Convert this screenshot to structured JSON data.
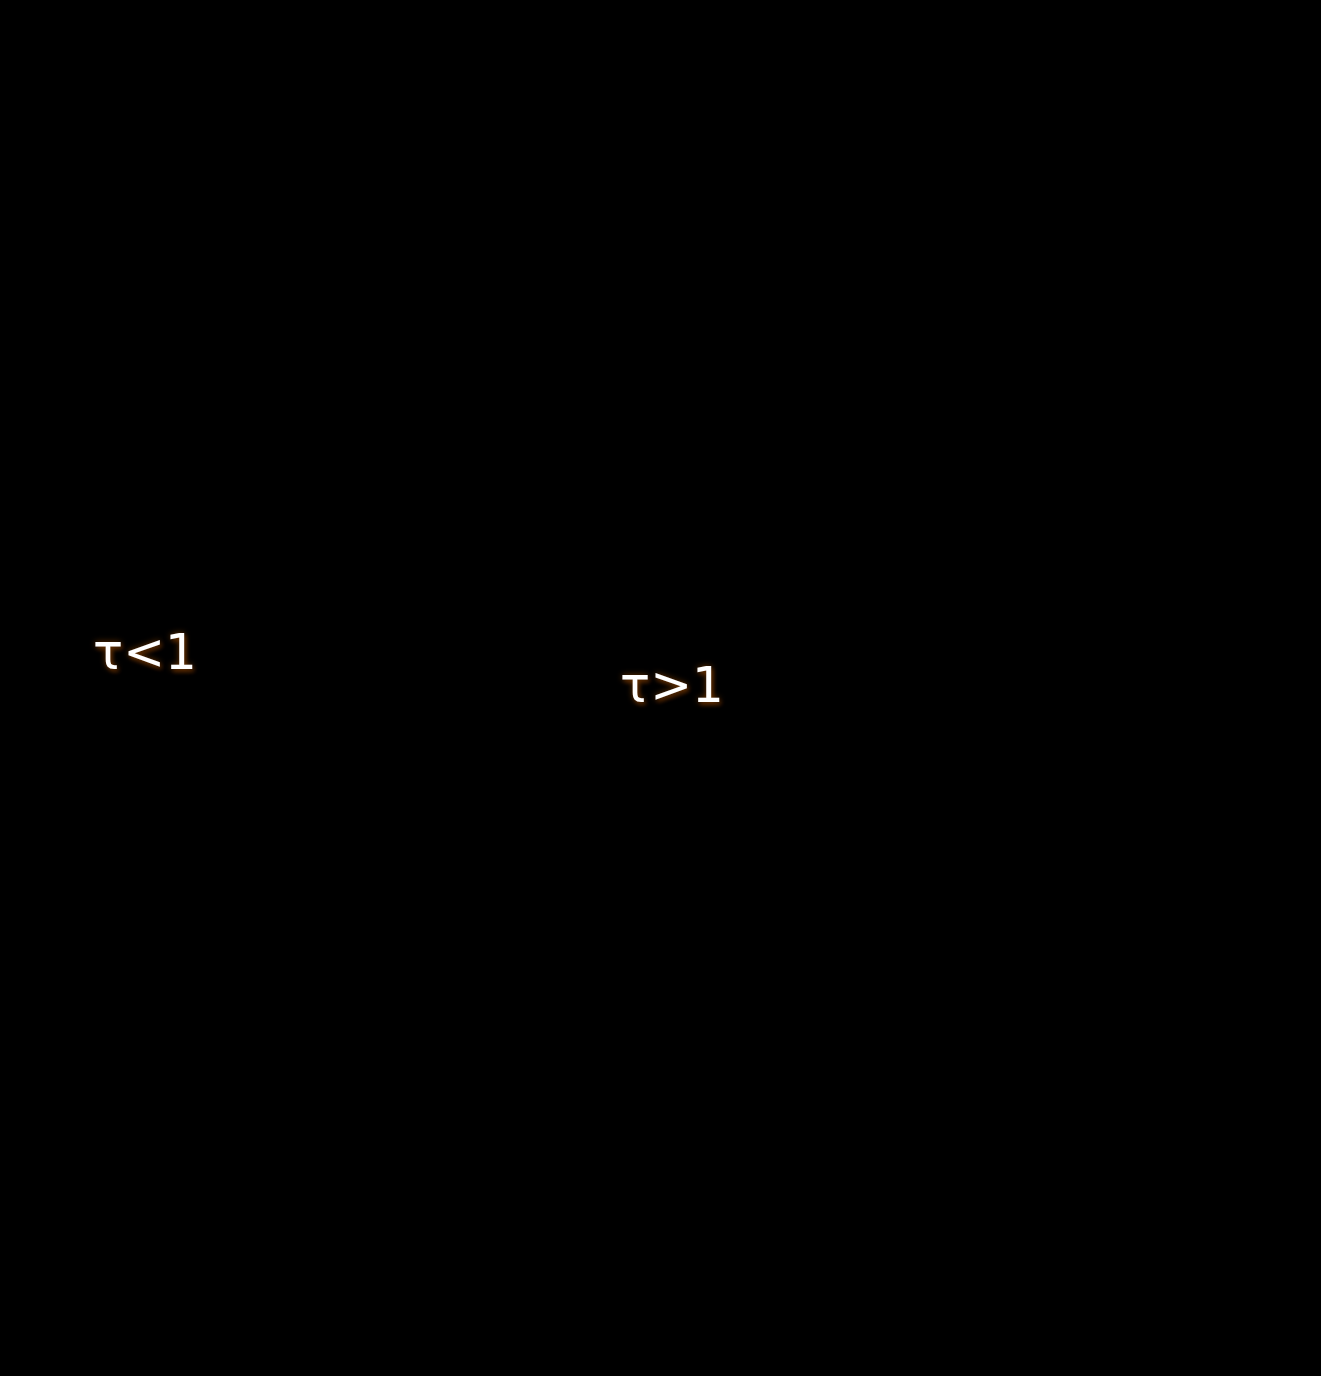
{
  "diagram": {
    "nodes": [
      {
        "text": [
          "τ<1"
        ]
      },
      {
        "text": [
          "τ>1"
        ],
        "in": 0
      }
    ]
  }
}
